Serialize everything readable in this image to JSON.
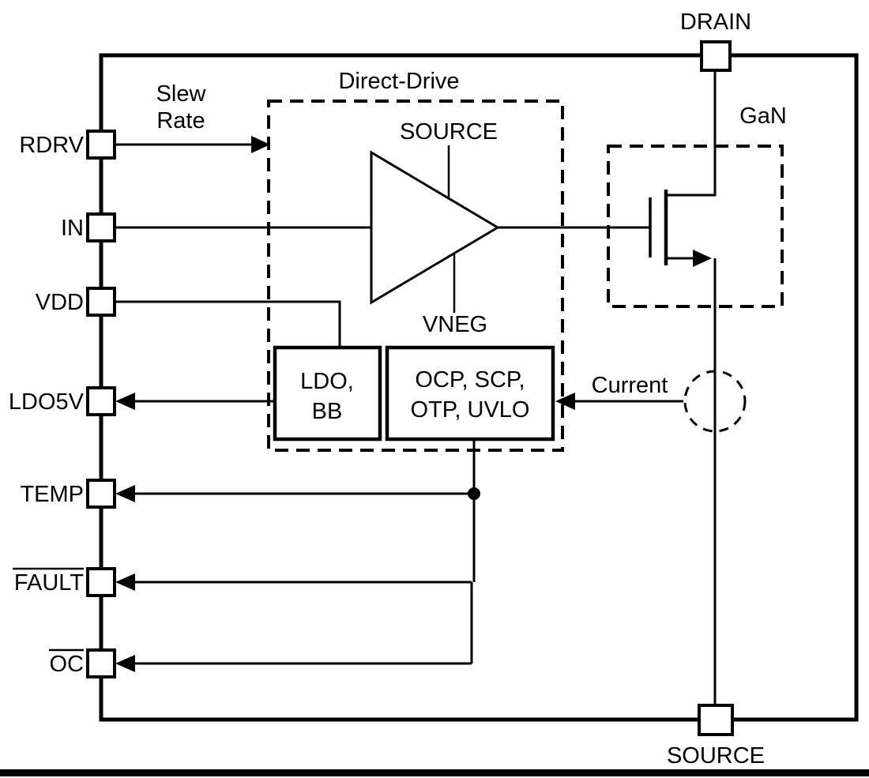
{
  "diagram": {
    "pins": {
      "rdrv": "RDRV",
      "in": "IN",
      "vdd": "VDD",
      "ldo5v": "LDO5V",
      "temp": "TEMP",
      "fault": "FAULT",
      "oc": "OC",
      "drain": "DRAIN",
      "source": "SOURCE"
    },
    "labels": {
      "slew_line1": "Slew",
      "slew_line2": "Rate",
      "direct_drive": "Direct-Drive",
      "amp_top": "SOURCE",
      "amp_bottom": "VNEG",
      "gan": "GaN",
      "current": "Current"
    },
    "blocks": {
      "ldo_line1": "LDO,",
      "ldo_line2": "BB",
      "prot_line1": "OCP, SCP,",
      "prot_line2": "OTP, UVLO"
    },
    "colors": {
      "stroke": "#000000",
      "background": "#ffffff"
    }
  }
}
